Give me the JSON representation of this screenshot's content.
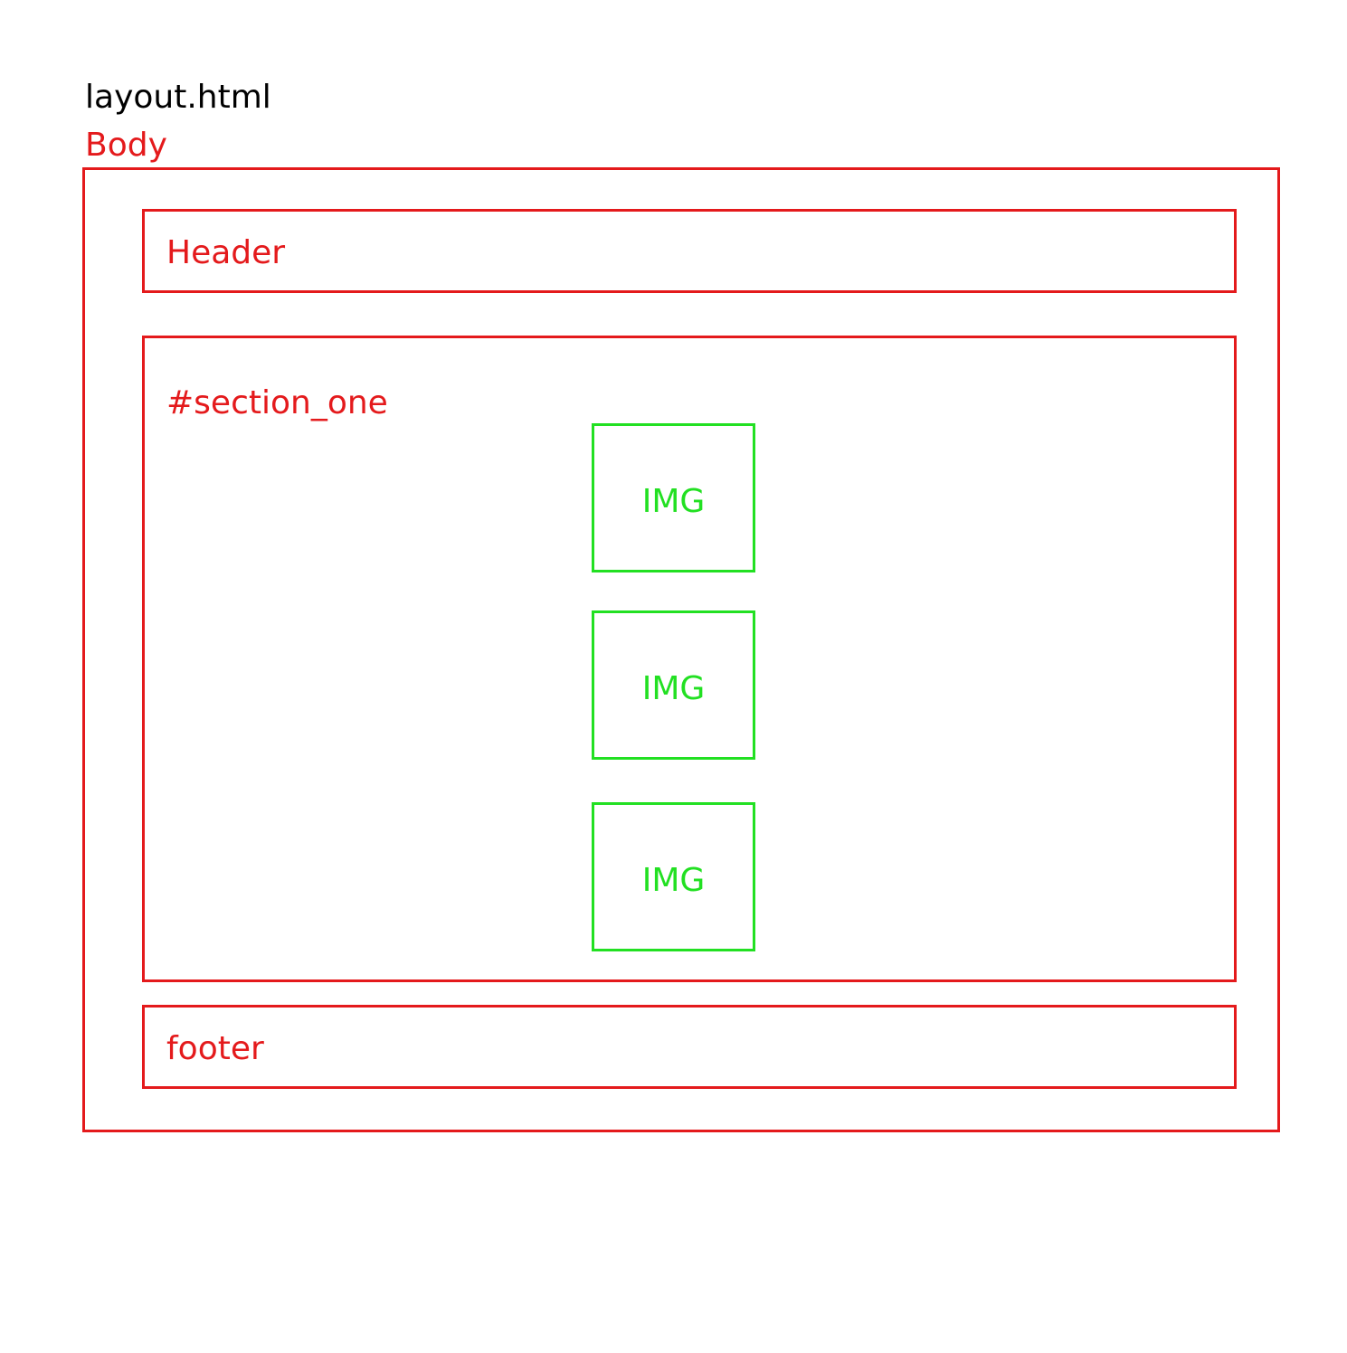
{
  "diagram": {
    "title": "layout.html",
    "body_label": "Body",
    "header_label": "Header",
    "section_label": "#section_one",
    "images": [
      "IMG",
      "IMG",
      "IMG"
    ],
    "footer_label": "footer"
  },
  "colors": {
    "container": "#e41a1c",
    "image": "#22e022",
    "title": "#000000"
  }
}
